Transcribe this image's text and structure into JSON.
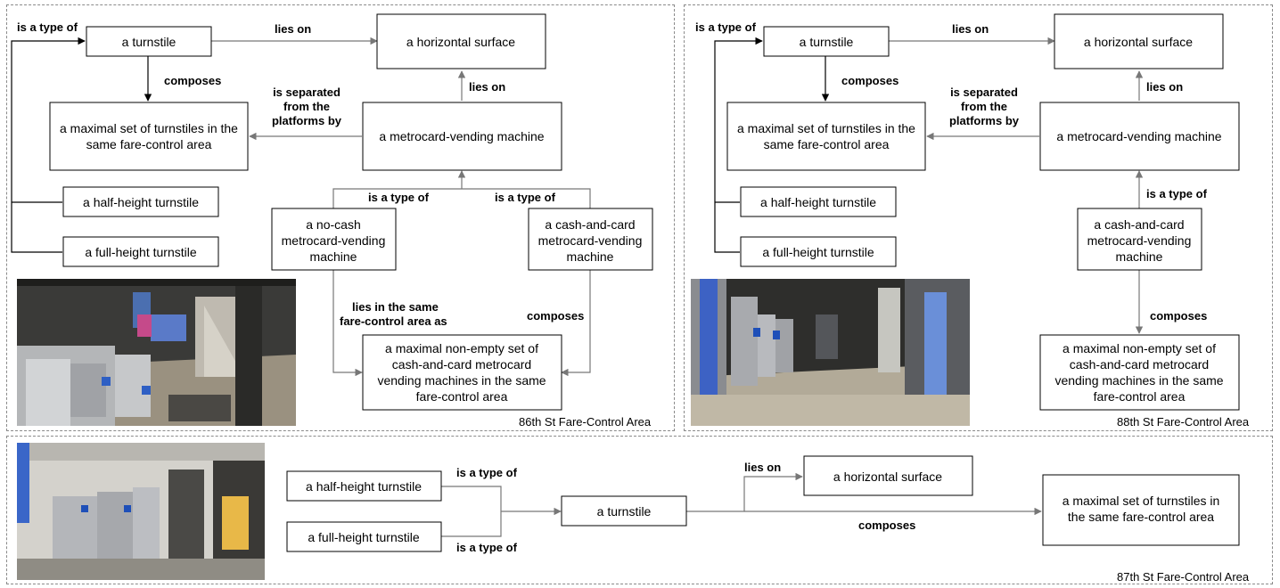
{
  "nodes": {
    "turnstile": "a turnstile",
    "horizontal_surface": "a horizontal surface",
    "maximal_set_turnstiles_a": [
      "a maximal set of turnstiles in the",
      "same fare-control area"
    ],
    "maximal_set_turnstiles_c": [
      "a maximal set of turnstiles in",
      "the same fare-control area"
    ],
    "metrocard_machine": "a metrocard-vending machine",
    "half_height": "a half-height turnstile",
    "full_height": "a full-height turnstile",
    "no_cash_machine": [
      "a no-cash",
      "metrocard-vending",
      "machine"
    ],
    "cash_card_machine": [
      "a cash-and-card",
      "metrocard-vending",
      "machine"
    ],
    "maximal_nonempty_set": [
      "a maximal non-empty set of",
      "cash-and-card metrocard",
      "vending machines in the same",
      "fare-control area"
    ]
  },
  "edges": {
    "is_a_type_of": "is a type of",
    "lies_on": "lies on",
    "composes": "composes",
    "is_separated": [
      "is separated",
      "from the",
      "platforms by"
    ],
    "same_area": [
      "lies in the same",
      "fare-control area as"
    ]
  },
  "panels": {
    "p86": "86th St Fare-Control Area",
    "p88": "88th St Fare-Control Area",
    "p87": "87th St Fare-Control Area"
  },
  "colors": {
    "edge_gray": "#777777",
    "edge_black": "#000000",
    "border_dashed": "#8a8a8a"
  }
}
